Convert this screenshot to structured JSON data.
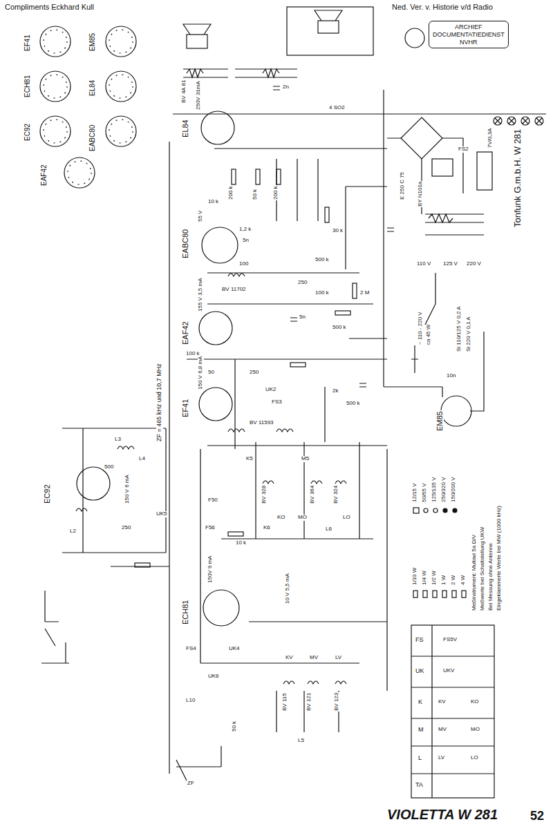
{
  "diagram": {
    "title": "VIOLETTA W 281",
    "nodes": [
      {
        "text": [
          "ARCHIEF",
          "DOCUMENTATIEDIENST",
          "NVHR"
        ]
      }
    ],
    "labels": [
      "Compliments Eckhard Kull",
      "Ned. Ver. v. Historie v/d Radio",
      "Tonfunk G.m.b.H. W 281",
      "EF41",
      "ECH81",
      "EC92",
      "EM85",
      "EL84",
      "EABC80",
      "EAF42",
      "EL84",
      "EABC80",
      "EAF42",
      "EF41",
      "EC92",
      "ECH81",
      "EM85",
      "250V 31mA",
      "55 V",
      "155 V 3,5 mA",
      "150 V 6,8 mA",
      "150 V 6 mA",
      "150V 9 mA",
      "10 V 5,5 mA",
      "ZF = 465 kHz und 10,7 MHz",
      "4 SO2",
      "BV 4A 81",
      "2n",
      "200 k",
      "50 k",
      "200 k",
      "10 k",
      "1,2 k",
      "5n",
      "100",
      "30 k",
      "500 k",
      "2 M",
      "100 k",
      "250",
      "5n",
      "500 k",
      "100 k",
      "50",
      "250",
      "UK2",
      "FS3",
      "2k",
      "BV 11593",
      "BV 11702",
      "K5",
      "M5",
      "BV 328",
      "BV 364",
      "BV 324",
      "KO",
      "MO",
      "LO",
      "L6",
      "K6",
      "F50",
      "F56",
      "10 k",
      "UK5",
      "L3",
      "L4",
      "500",
      "250",
      "L2",
      "FS4",
      "UK4",
      "UK6",
      "L10",
      "ZF",
      "BV 115",
      "BV 121",
      "BV 123",
      "KV",
      "MV",
      "LV",
      "L5",
      "50 k",
      "BY N101a",
      "110 V",
      "125 V",
      "220 V",
      "~ 110 - 220 V",
      "ca 45 W",
      "Si 110/125 V 0,2 A",
      "Si 220 V 0,1 A",
      "7V/0,3A",
      "FS2",
      "E 250 C 75",
      "10n",
      "500 k",
      "12/15 V",
      "50/55 V",
      "125/135 V",
      "250/320 V",
      "150/200 V",
      "1/10 W",
      "1/4 W",
      "1/2 W",
      "1 W",
      "2 W",
      "4 W",
      "Meßinstrument: Multavi 5a Ω/V",
      "Meßwerte bei Schaltstellung UKW",
      "Bei Messung ohne Antenne",
      "Eingeklammerte Werte bei MW (1000 kHz)",
      "FS",
      "UK",
      "K",
      "M",
      "L",
      "TA",
      "FS5V",
      "UKV",
      "KV",
      "MV",
      "LV",
      "KO",
      "MO",
      "LO",
      "52"
    ]
  }
}
